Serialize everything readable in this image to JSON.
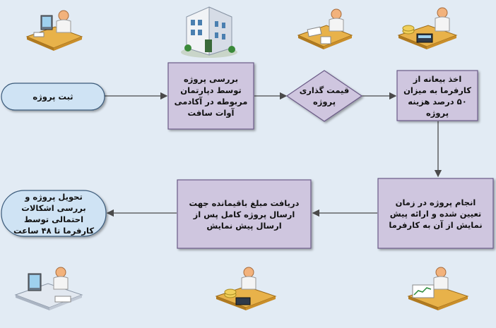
{
  "diagram": {
    "nodes": {
      "start": "ثبت پروژه",
      "review": "بررسی پروژه توسط دپارتمان مربوطه در آکادمی آوات سافت",
      "pricing": "قیمت گذاری پروژه",
      "deposit": "اخذ بیعانه از کارفرما به میزان ۵۰ درصد هزینه پروژه",
      "execute": "انجام پروژه در زمان تعیین شده و ارائه پیش نمایش از آن به کارفرما",
      "final_payment": "دریافت  مبلغ باقیمانده جهت ارسال پروژه کامل پس از ارسال پیش نمایش",
      "delivery": "تحویل پروژه و بررسی اشکالات احتمالی توسط کارفرما تا ۴۸ ساعت"
    },
    "illustrations": [
      "desk-worker-icon",
      "office-building-icon",
      "clerk-documents-icon",
      "accountant-calculator-icon",
      "computer-user-icon",
      "cashier-coins-icon",
      "chart-analyst-icon"
    ]
  },
  "colors": {
    "background": "#e2ebf4",
    "process_fill": "#cfc6df",
    "process_stroke": "#6a5a86",
    "terminator_fill": "#cfe3f4",
    "terminator_stroke": "#3a5a7a",
    "arrow": "#4a4a4a"
  }
}
